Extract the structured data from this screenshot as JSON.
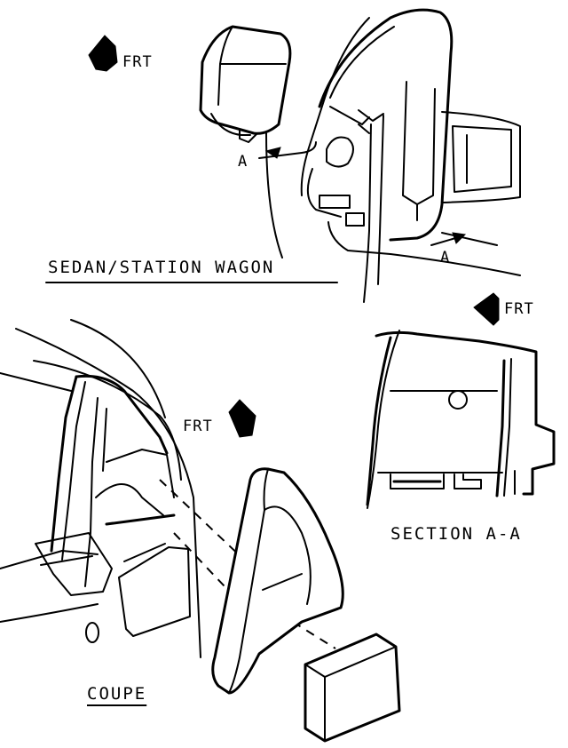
{
  "labels": {
    "frt_top_left": "FRT",
    "frt_section": "FRT",
    "frt_coupe": "FRT",
    "section_marker_upper": "A",
    "section_marker_lower": "A",
    "sedan_wagon_caption": "SEDAN/STATION WAGON",
    "section_caption": "SECTION A-A",
    "coupe_caption": "COUPE"
  },
  "colors": {
    "ink": "#000000",
    "paper": "#ffffff"
  }
}
